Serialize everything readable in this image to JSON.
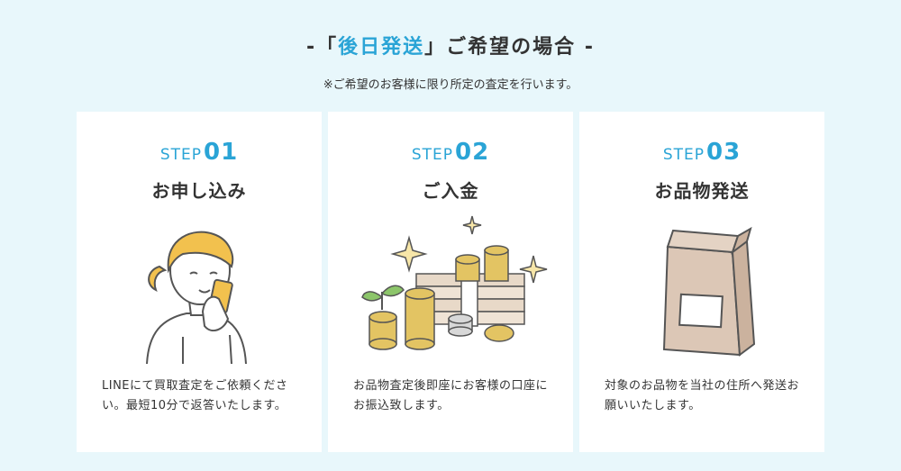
{
  "header": {
    "title_prefix": "-「",
    "title_highlight": "後日発送",
    "title_suffix": "」ご希望の場合 -",
    "note": "※ご希望のお客様に限り所定の査定を行います。"
  },
  "colors": {
    "accent": "#2aa4d6",
    "background": "#e8f7fb",
    "card": "#ffffff",
    "gold": "#e3c463"
  },
  "steps": [
    {
      "step_word": "STEP",
      "step_num": "01",
      "title": "お申し込み",
      "icon": "woman-phone-icon",
      "desc": "LINEにて買取査定をご依頼ください。最短10分で返答いたします。"
    },
    {
      "step_word": "STEP",
      "step_num": "02",
      "title": "ご入金",
      "icon": "money-coins-icon",
      "desc": "お品物査定後即座にお客様の口座にお振込致します。"
    },
    {
      "step_word": "STEP",
      "step_num": "03",
      "title": "お品物発送",
      "icon": "paper-bag-icon",
      "desc": "対象のお品物を当社の住所へ発送お願いいたします。"
    }
  ]
}
